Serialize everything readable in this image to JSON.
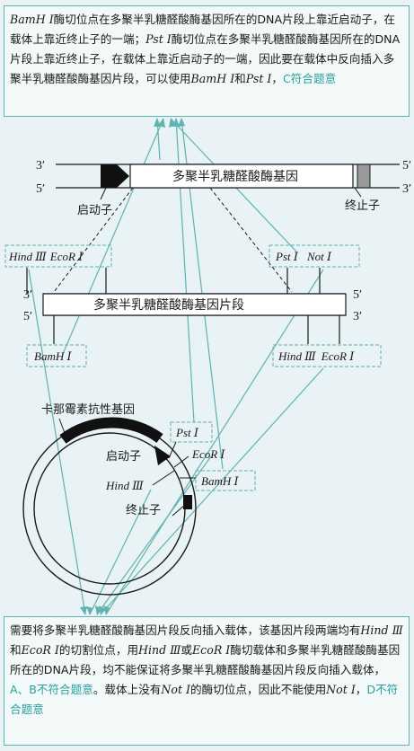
{
  "top_note": {
    "p1": "BamH Ⅰ",
    "p2": "酶切位点在多聚半乳糖醛酸酶基因所在的DNA片段上靠近启动子，在载体上靠近终止子的一端；",
    "p3": "Pst Ⅰ",
    "p4": "酶切位点在多聚半乳糖醛酸酶基因所在的DNA片段上靠近终止子，在载体上靠近启动子的一端，因此要在载体中反向插入多聚半乳糖醛酸酶基因片段，可以使用",
    "p5": "BamH Ⅰ",
    "p6": "和",
    "p7": "Pst Ⅰ",
    "p8": "，",
    "p9": "C符合题意"
  },
  "gene": {
    "strand_3": "3′",
    "strand_5": "5′",
    "right_5": "5′",
    "right_3": "3′",
    "title": "多聚半乳糖醛酸酶基因",
    "promoter": "启动子",
    "terminator": "终止子"
  },
  "fragment": {
    "left_3": "3′",
    "left_5": "5′",
    "right_5": "5′",
    "right_3": "3′",
    "title": "多聚半乳糖醛酸酶基因片段",
    "tag_hind_eco": {
      "a": "Hind Ⅲ",
      "b": "EcoR Ⅰ"
    },
    "tag_pst_not": {
      "a": "Pst Ⅰ",
      "b": "Not Ⅰ"
    },
    "tag_bam": "BamH Ⅰ",
    "tag_hind_eco_r": {
      "a": "Hind Ⅲ",
      "b": "EcoR Ⅰ"
    }
  },
  "plasmid": {
    "kan": "卡那霉素抗性基因",
    "promoter": "启动子",
    "pst": "Pst Ⅰ",
    "eco": "EcoR Ⅰ",
    "hind": "Hind Ⅲ",
    "bam": "BamH Ⅰ",
    "terminator": "终止子"
  },
  "bottom_note": {
    "p1": "需要将多聚半乳糖醛酸酶基因片段反向插入载体，该基因片段两端均有",
    "p2": "Hind Ⅲ",
    "p3": "和",
    "p4": "EcoR Ⅰ",
    "p5": "的切割位点，用",
    "p6": "Hind Ⅲ",
    "p7": "或",
    "p8": "EcoR Ⅰ",
    "p9": "酶切载体和多聚半乳糖醛酸酶基因所在的DNA片段，均不能保证将多聚半乳糖醛酸酶基因片段反向插入载体，",
    "p10": "A、B不符合题意",
    "p11": "。载体上没有",
    "p12": "Not Ⅰ",
    "p13": "的酶切位点，因此不能使用",
    "p14": "Not Ⅰ",
    "p15": "，",
    "p16": "D不符合题意"
  },
  "colors": {
    "accent": "#2aa0a0",
    "line": "#5fb3b3",
    "dark": "#1a1a1a"
  }
}
